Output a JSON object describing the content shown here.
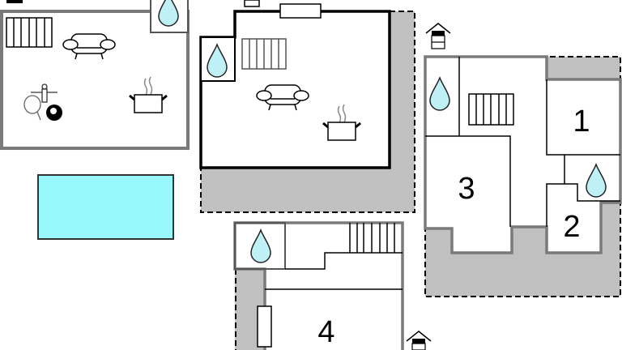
{
  "title": "Floor plan",
  "rooms": [
    {
      "id": "room-1",
      "label": "1"
    },
    {
      "id": "room-2",
      "label": "2"
    },
    {
      "id": "room-3",
      "label": "3"
    },
    {
      "id": "room-4",
      "label": "4"
    }
  ],
  "icons": [
    "water-drop-icon",
    "stairs-icon",
    "sofa-icon",
    "cooking-pot-icon",
    "foosball-icon",
    "ping-pong-icon",
    "billiard-ball-icon",
    "entrance-icon",
    "pool"
  ],
  "colors": {
    "terrace": "#c0c0c0",
    "pool": "#99f8fb",
    "drop": "#bff0f5",
    "wall_gray": "#7a7a7a",
    "wall_black": "#000000"
  }
}
